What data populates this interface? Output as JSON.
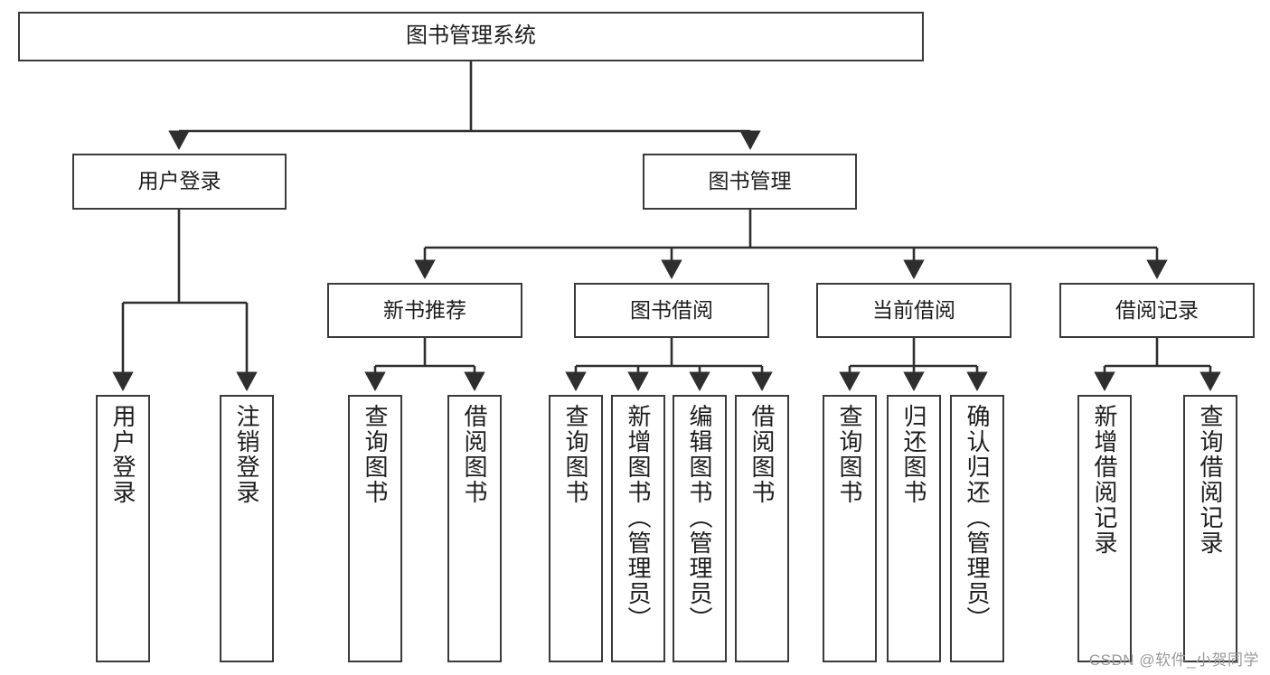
{
  "diagram": {
    "title": "图书管理系统",
    "type": "tree-hierarchy-diagram",
    "colors": {
      "box_border": "#3a3a3a",
      "box_fill": "#ffffff",
      "edge": "#2e2e2e",
      "text": "#1d1d1d",
      "watermark": "#9a9a9a",
      "background": "#ffffff"
    },
    "root": {
      "label": "图书管理系统"
    },
    "level2": [
      {
        "label": "用户登录"
      },
      {
        "label": "图书管理"
      }
    ],
    "level3": [
      {
        "label": "新书推荐"
      },
      {
        "label": "图书借阅"
      },
      {
        "label": "当前借阅"
      },
      {
        "label": "借阅记录"
      }
    ],
    "leaves": {
      "user_login": [
        {
          "label": "用户登录"
        },
        {
          "label": "注销登录"
        }
      ],
      "new_book_recommend": [
        {
          "label": "查询图书"
        },
        {
          "label": "借阅图书"
        }
      ],
      "book_borrow": [
        {
          "label": "查询图书"
        },
        {
          "label": "新增图书（管理员）"
        },
        {
          "label": "编辑图书（管理员）"
        },
        {
          "label": "借阅图书"
        }
      ],
      "current_borrow": [
        {
          "label": "查询图书"
        },
        {
          "label": "归还图书"
        },
        {
          "label": "确认归还（管理员）"
        }
      ],
      "borrow_records": [
        {
          "label": "新增借阅记录"
        },
        {
          "label": "查询借阅记录"
        }
      ]
    },
    "watermark": "CSDN @软件_小贺同学"
  }
}
